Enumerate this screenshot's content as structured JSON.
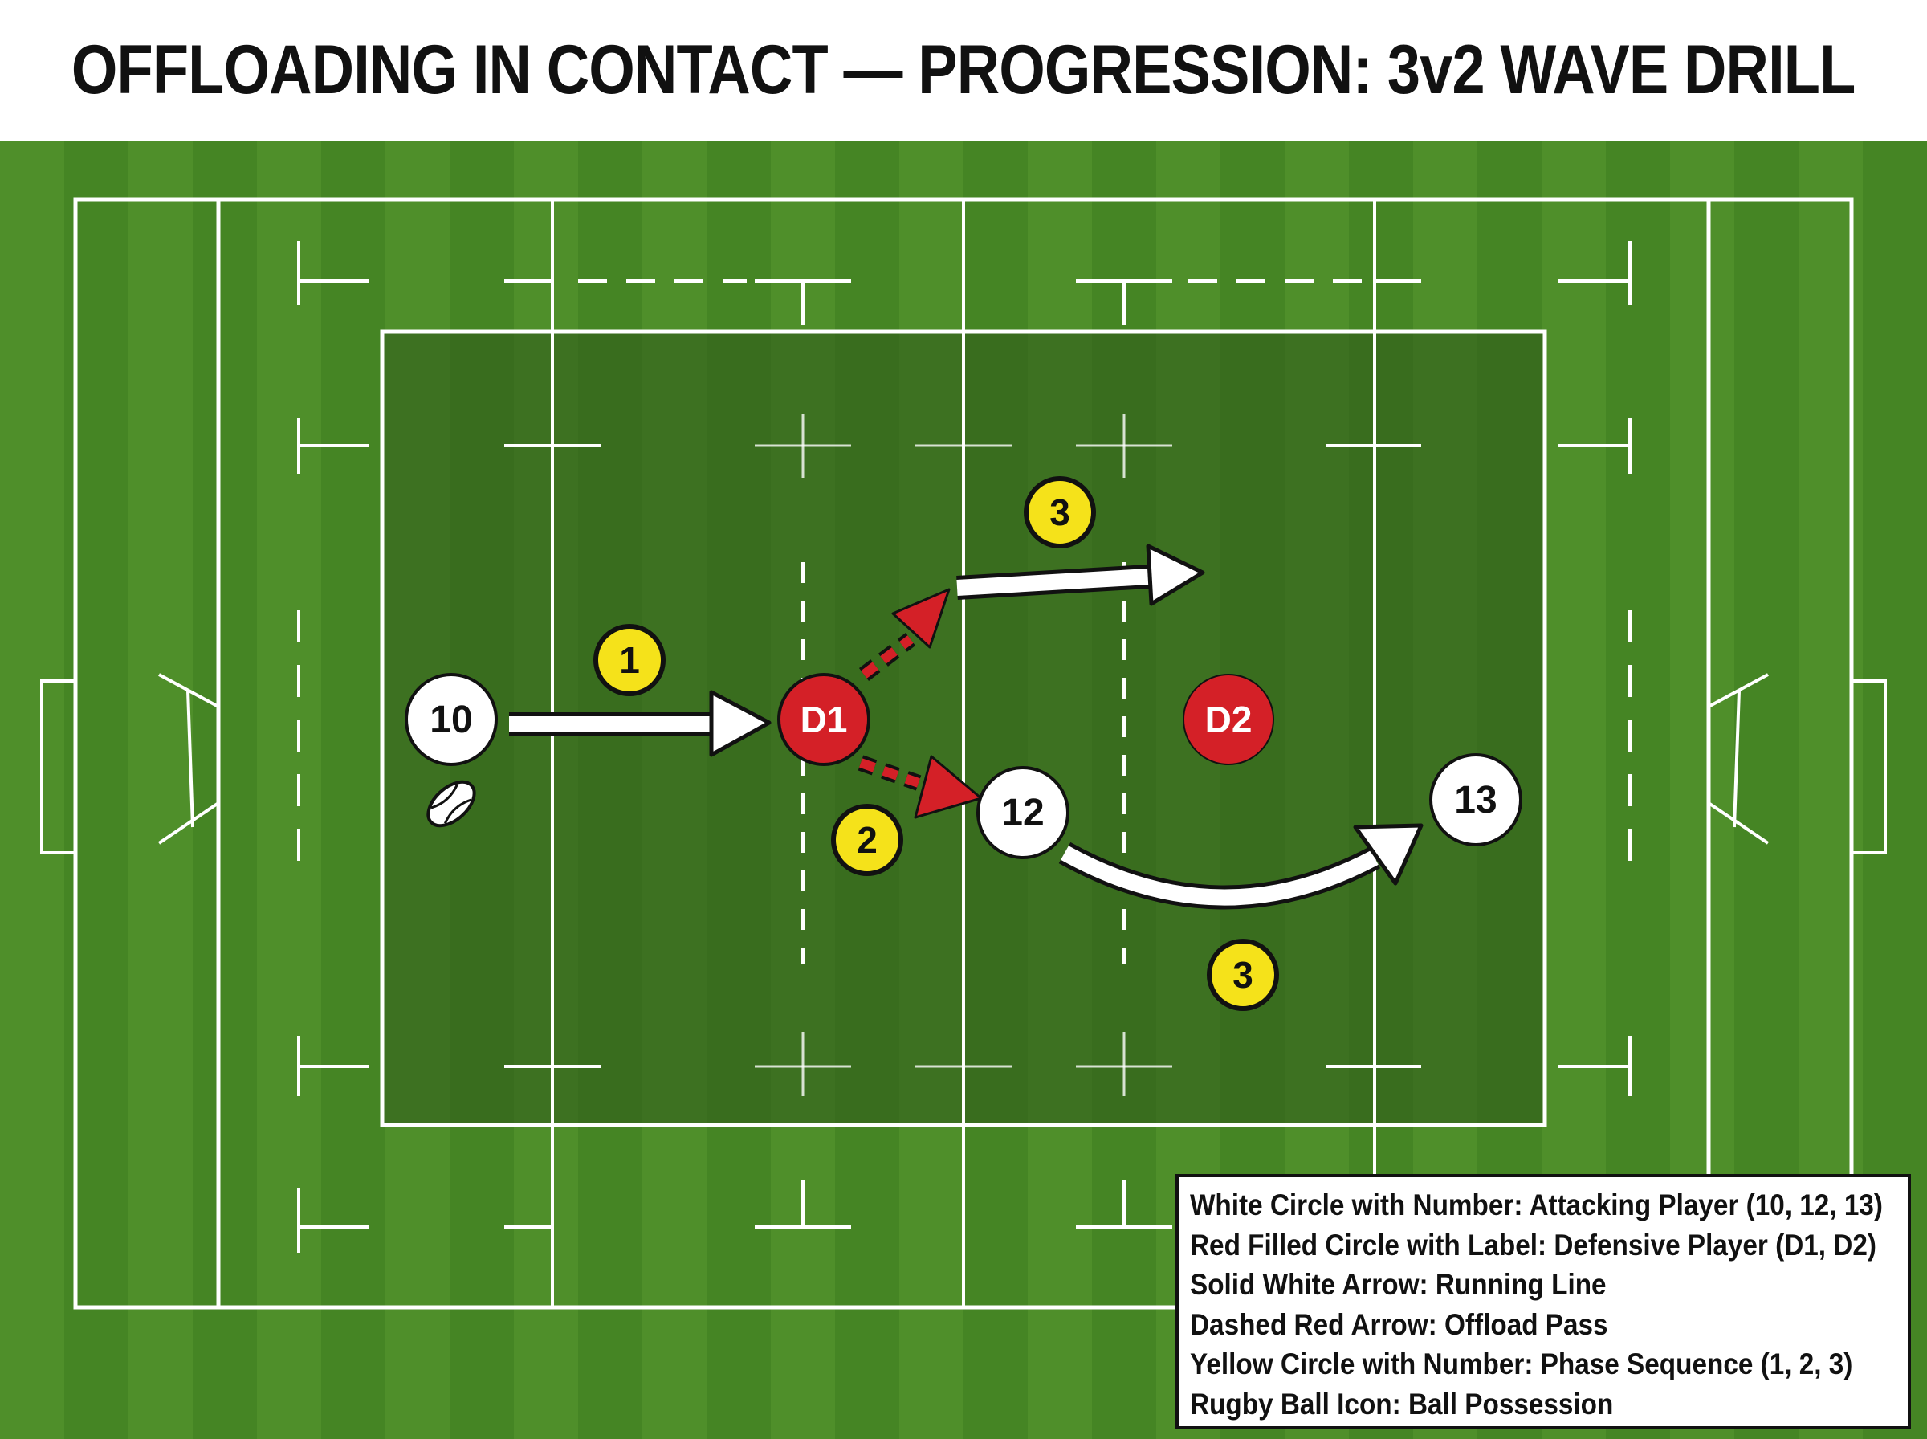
{
  "title": "OFFLOADING IN CONTACT — PROGRESSION: 3v2 WAVE DRILL",
  "colors": {
    "grass_light": "#4f8f2a",
    "grass_dark": "#3f7a21",
    "inner_zone": "#2f5a1a",
    "line": "#ffffff",
    "defender": "#d42027",
    "phase": "#f5e21a",
    "text": "#111111"
  },
  "players": {
    "attackers": [
      {
        "id": "p10",
        "label": "10"
      },
      {
        "id": "p12",
        "label": "12"
      },
      {
        "id": "p13",
        "label": "13"
      }
    ],
    "defenders": [
      {
        "id": "d1",
        "label": "D1"
      },
      {
        "id": "d2",
        "label": "D2"
      }
    ]
  },
  "phases": [
    {
      "id": "phase-1",
      "label": "1"
    },
    {
      "id": "phase-2",
      "label": "2"
    },
    {
      "id": "phase-3a",
      "label": "3"
    },
    {
      "id": "phase-3b",
      "label": "3"
    }
  ],
  "icons": {
    "ball": "rugby-ball-icon"
  },
  "legend": [
    "White Circle with Number: Attacking Player (10, 12, 13)",
    "Red Filled Circle with Label: Defensive Player (D1, D2)",
    "Solid White Arrow: Running Line",
    "Dashed Red Arrow: Offload Pass",
    "Yellow Circle with Number: Phase Sequence (1, 2, 3)",
    "Rugby Ball Icon: Ball Possession"
  ]
}
